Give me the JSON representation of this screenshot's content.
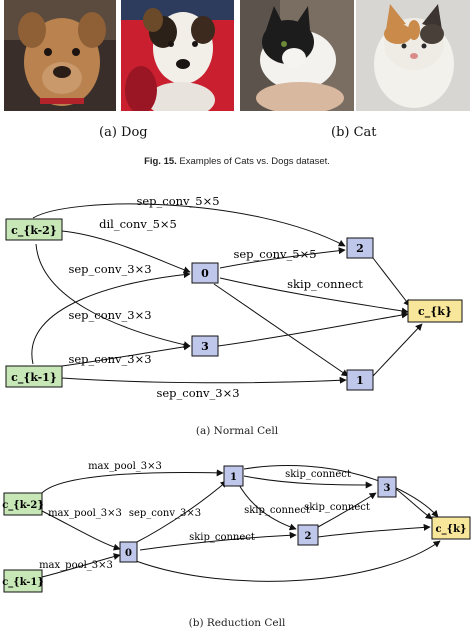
{
  "figure": {
    "photos": {
      "dog": {
        "caption": "(a) Dog"
      },
      "cat": {
        "caption": "(b) Cat"
      }
    },
    "caption_label": "Fig. 15.",
    "caption_text": " Examples of Cats vs. Dogs dataset."
  },
  "normal_cell": {
    "caption": "(a) Normal Cell",
    "nodes": {
      "ck2": "c_{k-2}",
      "ck1": "c_{k-1}",
      "n0": "0",
      "n1": "1",
      "n2": "2",
      "n3": "3",
      "ck": "c_{k}"
    },
    "edges": {
      "e1": "sep_conv_5×5",
      "e2": "dil_conv_5×5",
      "e3": "sep_conv_5×5",
      "e4": "sep_conv_3×3",
      "e5": "skip_connect",
      "e6": "sep_conv_3×3",
      "e7": "sep_conv_3×3",
      "e8": "sep_conv_3×3"
    }
  },
  "reduction_cell": {
    "caption": "(b) Reduction Cell",
    "nodes": {
      "ck2": "c_{k-2}",
      "ck1": "c_{k-1}",
      "n0": "0",
      "n1": "1",
      "n2": "2",
      "n3": "3",
      "ck": "c_{k}"
    },
    "edges": {
      "e1": "max_pool_3×3",
      "e2": "max_pool_3×3",
      "e3": "sep_conv_3×3",
      "e4": "skip_connect",
      "e5": "skip_connect",
      "e6": "skip_connect",
      "e7": "skip_connect",
      "e8": "max_pool_3×3"
    }
  },
  "colors": {
    "input_node": "#c7e7b7",
    "intermediate_node": "#bfc8ea",
    "output_node": "#f8e79b"
  }
}
